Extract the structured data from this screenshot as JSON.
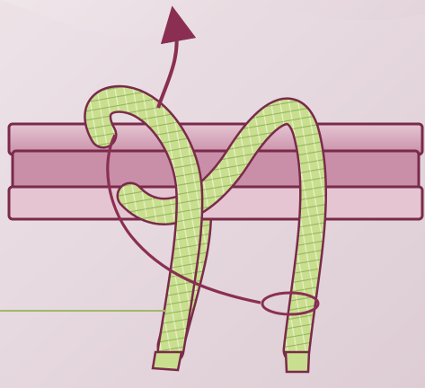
{
  "figure": {
    "kind": "knot illustration",
    "colors": {
      "background": "#efe6ea",
      "background_shade": "#d8c4cd",
      "bar_fill": "#c98fa8",
      "bar_light": "#e5c5d2",
      "bar_outline": "#7a2a4b",
      "rope_fill": "#c9df8f",
      "rope_light": "#e7f1c6",
      "rope_outline": "#7a2a4b",
      "rope_pattern": "#8fb35a",
      "arrow": "#8a2f52",
      "leader_line": "#9fb86a"
    },
    "elements": [
      "horizontal-bar",
      "rope",
      "direction-arrow",
      "loop-marker",
      "leader-line"
    ]
  }
}
